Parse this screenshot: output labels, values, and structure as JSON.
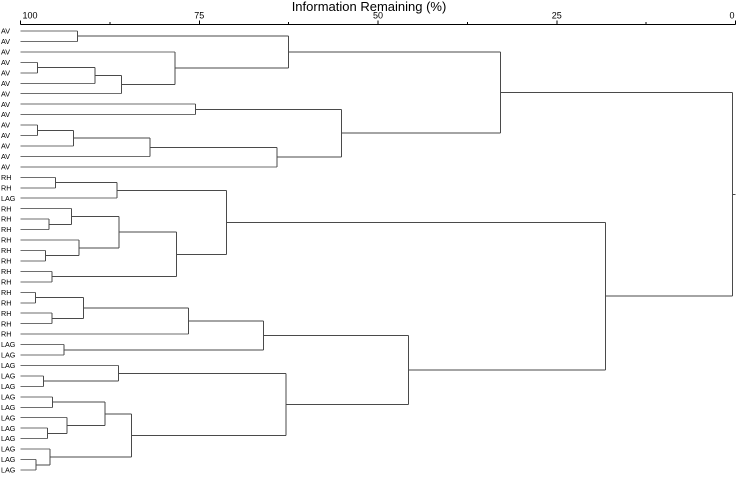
{
  "chart_data": {
    "type": "dendrogram",
    "title": "Information Remaining (%)",
    "xlabel": "Information Remaining (%)",
    "ylabel": "",
    "grid": false,
    "legend": null,
    "axis": {
      "position": "top",
      "orientation": "horizontal-reversed",
      "xlim": [
        100,
        0
      ],
      "tick_labels": [
        "100",
        "75",
        "50",
        "25",
        "0"
      ],
      "tick_values": [
        100,
        75,
        50,
        25,
        0
      ],
      "minor_tick_values": [
        87.5,
        62.5,
        37.5,
        12.5
      ]
    },
    "leaf_labels": [
      "AV",
      "AV",
      "AV",
      "AV",
      "AV",
      "AV",
      "AV",
      "AV",
      "AV",
      "AV",
      "AV",
      "AV",
      "AV",
      "AV",
      "RH",
      "RH",
      "LAG",
      "RH",
      "RH",
      "RH",
      "RH",
      "RH",
      "RH",
      "RH",
      "RH",
      "RH",
      "RH",
      "RH",
      "RH",
      "RH",
      "LAG",
      "LAG",
      "LAG",
      "LAG",
      "LAG",
      "LAG",
      "LAG",
      "LAG",
      "LAG",
      "LAG",
      "LAG",
      "LAG",
      "LAG"
    ],
    "groups": [
      "AV",
      "RH",
      "LAG"
    ],
    "merges": [
      {
        "id": "m1",
        "left": {
          "leaf": 0
        },
        "right": {
          "leaf": 1
        },
        "info": 92.0
      },
      {
        "id": "m2",
        "left": {
          "leaf": 3
        },
        "right": {
          "leaf": 4
        },
        "info": 97.6
      },
      {
        "id": "m3",
        "left": {
          "node": "m2"
        },
        "right": {
          "leaf": 5
        },
        "info": 89.6
      },
      {
        "id": "m4",
        "left": {
          "node": "m3"
        },
        "right": {
          "leaf": 6
        },
        "info": 85.9
      },
      {
        "id": "m5",
        "left": {
          "node": "m4"
        },
        "right": {
          "leaf": 2
        },
        "info": 78.4
      },
      {
        "id": "m6",
        "left": {
          "node": "m1"
        },
        "right": {
          "node": "m5"
        },
        "info": 62.5
      },
      {
        "id": "m7",
        "left": {
          "leaf": 9
        },
        "right": {
          "leaf": 10
        },
        "info": 97.6
      },
      {
        "id": "m8",
        "left": {
          "node": "m7"
        },
        "right": {
          "leaf": 11
        },
        "info": 92.6
      },
      {
        "id": "m9",
        "left": {
          "node": "m8"
        },
        "right": {
          "leaf": 12
        },
        "info": 81.9
      },
      {
        "id": "m10",
        "left": {
          "node": "m9"
        },
        "right": {
          "leaf": 13
        },
        "info": 64.1
      },
      {
        "id": "m11",
        "left": {
          "leaf": 7
        },
        "right": {
          "leaf": 8
        },
        "info": 75.5
      },
      {
        "id": "m12",
        "left": {
          "node": "m11"
        },
        "right": {
          "node": "m10"
        },
        "info": 55.1
      },
      {
        "id": "m13",
        "left": {
          "node": "m6"
        },
        "right": {
          "node": "m12"
        },
        "info": 32.9
      },
      {
        "id": "m14",
        "left": {
          "leaf": 14
        },
        "right": {
          "leaf": 15
        },
        "info": 95.1
      },
      {
        "id": "m15",
        "left": {
          "node": "m14"
        },
        "right": {
          "leaf": 16
        },
        "info": 86.5
      },
      {
        "id": "m16",
        "left": {
          "leaf": 18
        },
        "right": {
          "leaf": 19
        },
        "info": 96.0
      },
      {
        "id": "m17",
        "left": {
          "node": "m16"
        },
        "right": {
          "leaf": 17
        },
        "info": 92.9
      },
      {
        "id": "m18",
        "left": {
          "leaf": 21
        },
        "right": {
          "leaf": 22
        },
        "info": 96.5
      },
      {
        "id": "m19",
        "left": {
          "node": "m18"
        },
        "right": {
          "leaf": 20
        },
        "info": 91.8
      },
      {
        "id": "m20",
        "left": {
          "node": "m17"
        },
        "right": {
          "node": "m19"
        },
        "info": 86.2
      },
      {
        "id": "m21",
        "left": {
          "leaf": 23
        },
        "right": {
          "leaf": 24
        },
        "info": 95.6
      },
      {
        "id": "m22",
        "left": {
          "node": "m20"
        },
        "right": {
          "node": "m21"
        },
        "info": 78.2
      },
      {
        "id": "m23",
        "left": {
          "node": "m15"
        },
        "right": {
          "node": "m22"
        },
        "info": 71.2
      },
      {
        "id": "m24",
        "left": {
          "leaf": 25
        },
        "right": {
          "leaf": 26
        },
        "info": 97.9
      },
      {
        "id": "m25",
        "left": {
          "leaf": 27
        },
        "right": {
          "leaf": 28
        },
        "info": 95.6
      },
      {
        "id": "m26",
        "left": {
          "node": "m24"
        },
        "right": {
          "node": "m25"
        },
        "info": 91.2
      },
      {
        "id": "m27",
        "left": {
          "node": "m26"
        },
        "right": {
          "leaf": 29
        },
        "info": 76.5
      },
      {
        "id": "m28",
        "left": {
          "leaf": 30
        },
        "right": {
          "leaf": 31
        },
        "info": 93.9
      },
      {
        "id": "m29",
        "left": {
          "node": "m27"
        },
        "right": {
          "node": "m28"
        },
        "info": 66.0
      },
      {
        "id": "m30",
        "left": {
          "leaf": 33
        },
        "right": {
          "leaf": 34
        },
        "info": 96.8
      },
      {
        "id": "m31",
        "left": {
          "leaf": 32
        },
        "right": {
          "node": "m30"
        },
        "info": 86.3
      },
      {
        "id": "m32",
        "left": {
          "leaf": 35
        },
        "right": {
          "leaf": 36
        },
        "info": 95.5
      },
      {
        "id": "m33",
        "left": {
          "leaf": 38
        },
        "right": {
          "leaf": 39
        },
        "info": 96.2
      },
      {
        "id": "m34",
        "left": {
          "node": "m33"
        },
        "right": {
          "leaf": 37
        },
        "info": 93.5
      },
      {
        "id": "m35",
        "left": {
          "node": "m32"
        },
        "right": {
          "node": "m34"
        },
        "info": 88.2
      },
      {
        "id": "m36",
        "left": {
          "leaf": 41
        },
        "right": {
          "leaf": 42
        },
        "info": 97.8
      },
      {
        "id": "m37",
        "left": {
          "node": "m36"
        },
        "right": {
          "leaf": 40
        },
        "info": 95.9
      },
      {
        "id": "m38",
        "left": {
          "node": "m35"
        },
        "right": {
          "node": "m37"
        },
        "info": 84.5
      },
      {
        "id": "m39",
        "left": {
          "node": "m31"
        },
        "right": {
          "node": "m38"
        },
        "info": 62.9
      },
      {
        "id": "m40",
        "left": {
          "node": "m29"
        },
        "right": {
          "node": "m39"
        },
        "info": 45.7
      },
      {
        "id": "m41",
        "left": {
          "node": "m23"
        },
        "right": {
          "node": "m40"
        },
        "info": 18.2
      },
      {
        "id": "m42",
        "left": {
          "node": "m13"
        },
        "right": {
          "node": "m41"
        },
        "info": 0.4
      }
    ]
  },
  "colors": {
    "background": "#ffffff",
    "line": "#4a4a4a",
    "leaf_stem": "#6e6e6e",
    "axis": "#000000",
    "text": "#000000"
  }
}
